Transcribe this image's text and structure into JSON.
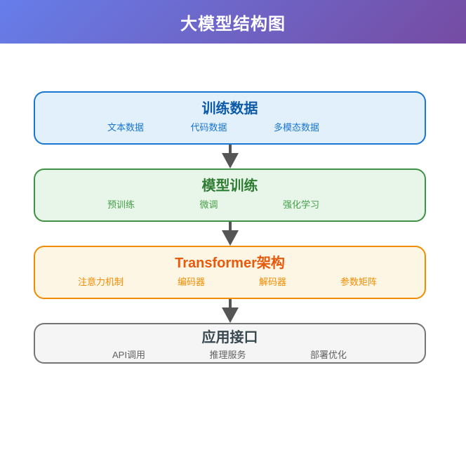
{
  "header": {
    "title": "大模型结构图",
    "gradient_from": "#667eea",
    "gradient_to": "#764ba2",
    "title_color": "#ffffff"
  },
  "diagram": {
    "arrow_color": "#555555",
    "layers": [
      {
        "id": "training-data",
        "title": "训练数据",
        "items": [
          "文本数据",
          "代码数据",
          "多模态数据"
        ],
        "colors": {
          "bg": "#e2f0fb",
          "border": "#1976d2",
          "title": "#0d5aa7",
          "item": "#1976d2"
        }
      },
      {
        "id": "model-training",
        "title": "模型训练",
        "items": [
          "预训练",
          "微调",
          "强化学习"
        ],
        "colors": {
          "bg": "#e8f5e9",
          "border": "#3f9145",
          "title": "#2e7d32",
          "item": "#43a047"
        }
      },
      {
        "id": "transformer-architecture",
        "title": "Transformer架构",
        "items": [
          "注意力机制",
          "编码器",
          "解码器",
          "参数矩阵"
        ],
        "colors": {
          "bg": "#fdf6e4",
          "border": "#f08c00",
          "title": "#e8590c",
          "item": "#f08c00"
        }
      },
      {
        "id": "application-interface",
        "title": "应用接口",
        "items": [
          "API调用",
          "推理服务",
          "部署优化"
        ],
        "colors": {
          "bg": "#f5f5f5",
          "border": "#757575",
          "title": "#37474f",
          "item": "#616161"
        }
      }
    ]
  }
}
